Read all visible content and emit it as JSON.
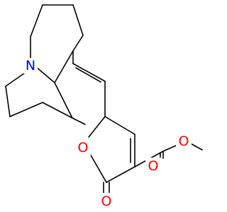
{
  "figure": {
    "kind": "skeletal-structure",
    "colors": {
      "bond": "#000000",
      "nitrogen": "#0000ff",
      "oxygen": "#ff0000",
      "background": "#ffffff"
    }
  },
  "atoms": {
    "n_ring": {
      "label": "N"
    },
    "o_ring": {
      "label": "O"
    },
    "o_carbonyl_ring": {
      "label": "O"
    },
    "o_ester_carbonyl": {
      "label": "O"
    },
    "o_ester": {
      "label": "O"
    }
  }
}
